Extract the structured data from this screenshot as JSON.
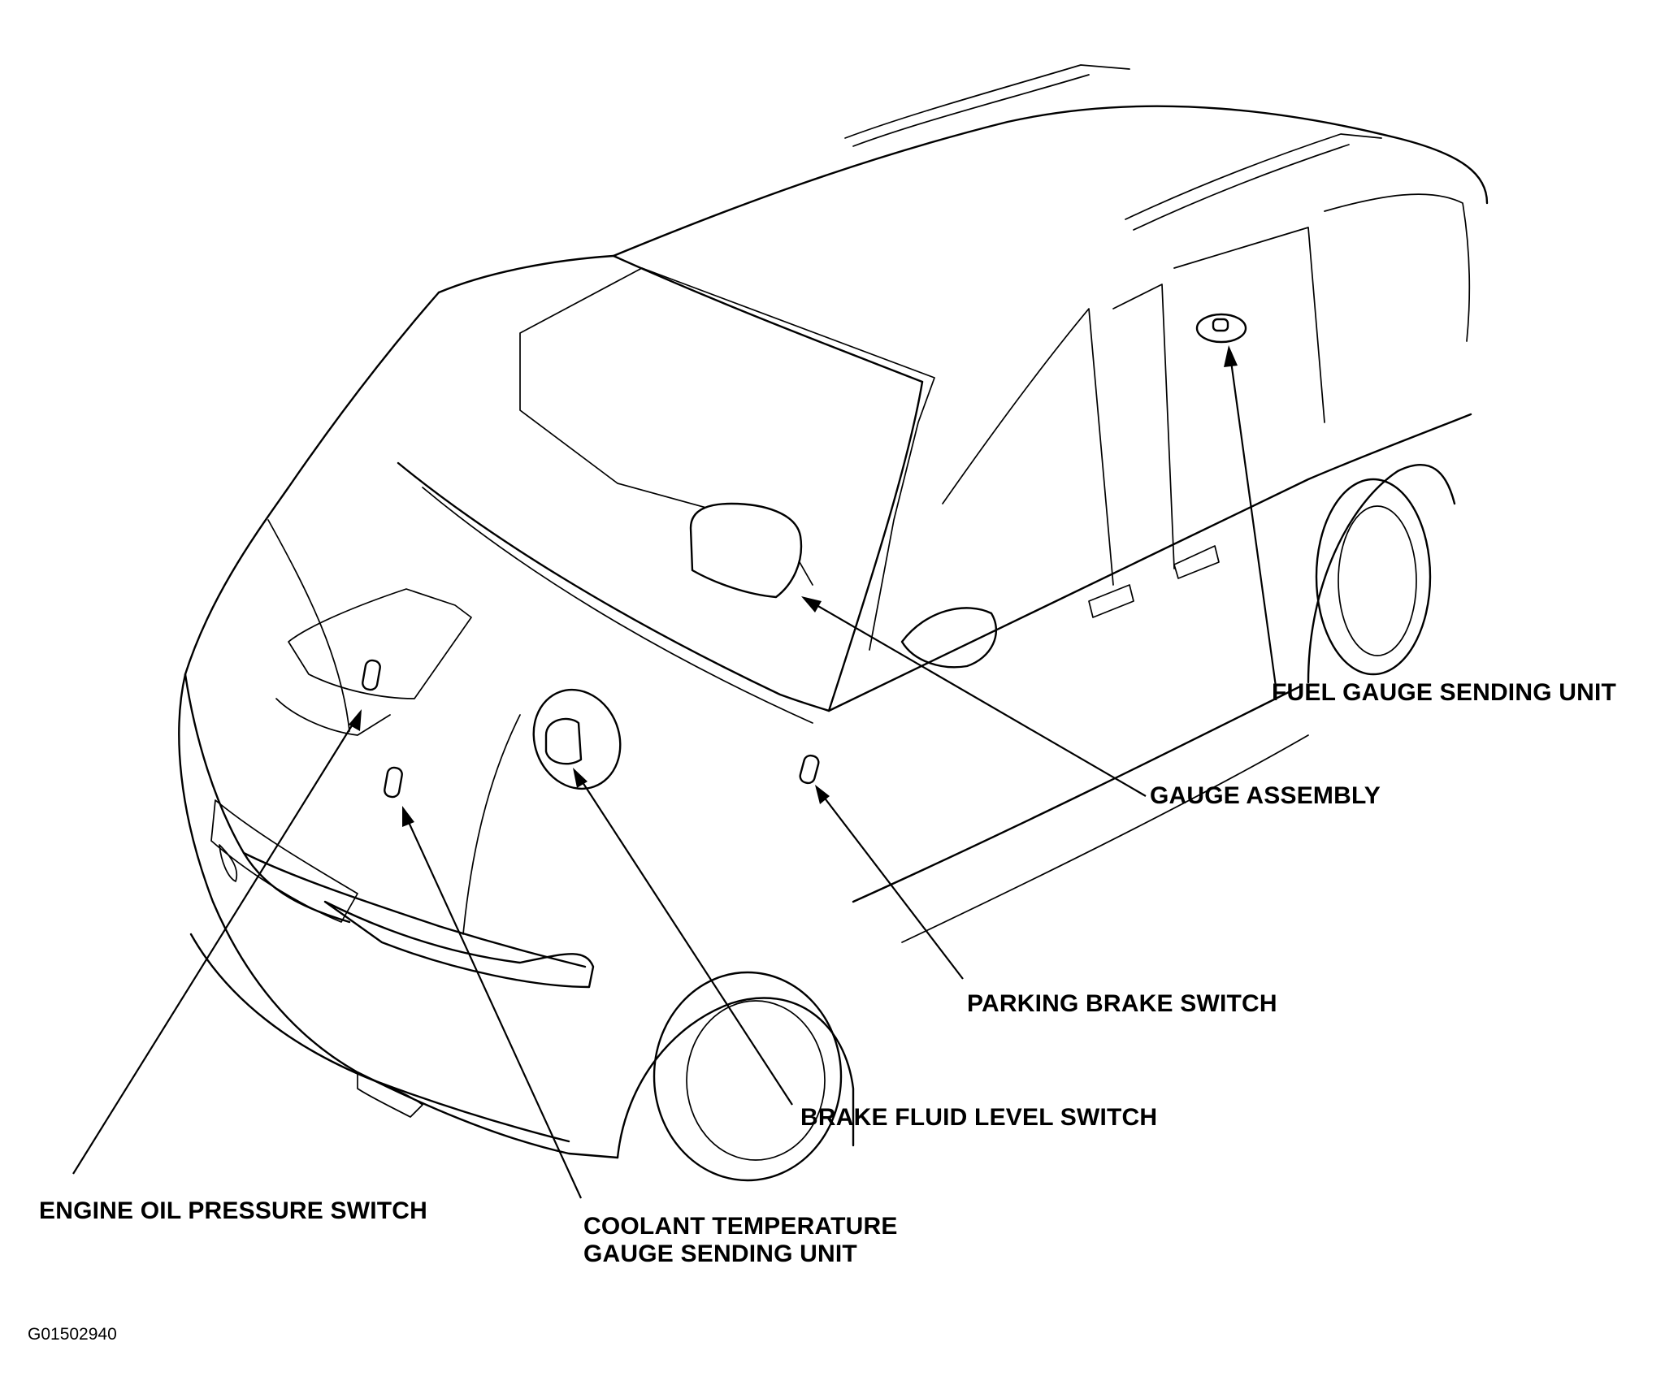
{
  "callouts": {
    "fuel_gauge_sending_unit": "FUEL GAUGE SENDING UNIT",
    "gauge_assembly": "GAUGE ASSEMBLY",
    "parking_brake_switch": "PARKING BRAKE SWITCH",
    "brake_fluid_level_switch": "BRAKE FLUID LEVEL SWITCH",
    "engine_oil_pressure_switch": "ENGINE OIL PRESSURE SWITCH",
    "coolant_temperature_line1": "COOLANT TEMPERATURE",
    "coolant_temperature_line2": "GAUGE SENDING UNIT"
  },
  "figure_code": "G01502940",
  "colors": {
    "line": "#000000",
    "background": "#ffffff"
  }
}
